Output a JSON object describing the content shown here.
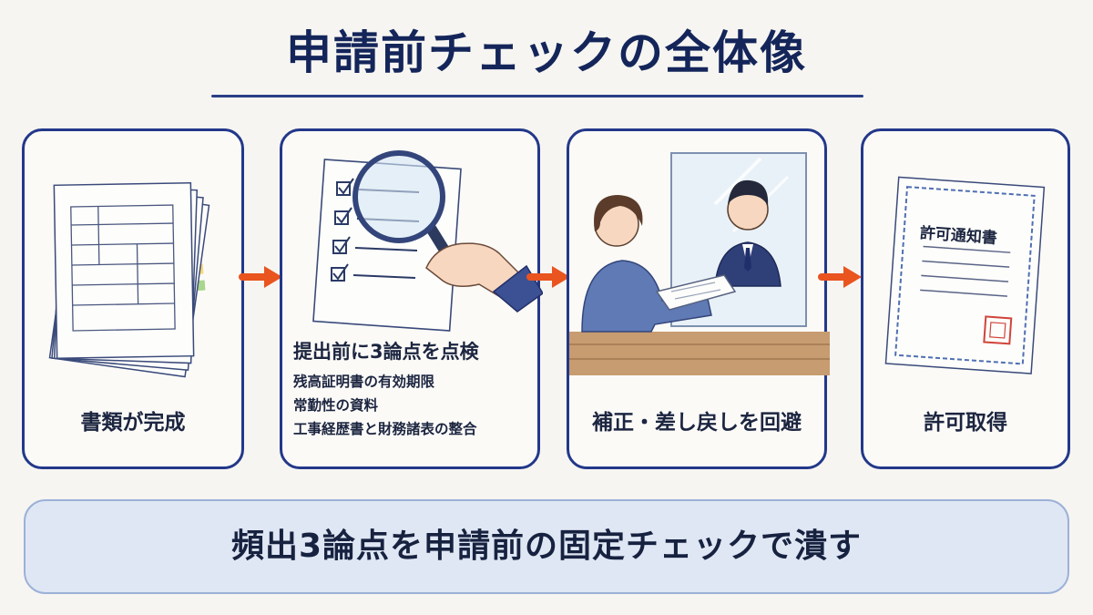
{
  "title": "申請前チェックの全体像",
  "steps": [
    {
      "caption": "書類が完成"
    },
    {
      "heading": "提出前に3論点を点検",
      "items": [
        "残高証明書の有効期限",
        "常勤性の資料",
        "工事経歴書と財務諸表の整合"
      ]
    },
    {
      "caption": "補正・差し戻しを回避"
    },
    {
      "caption": "許可取得",
      "document_title": "許可通知書"
    }
  ],
  "banner": "頻出3論点を申請前の固定チェックで潰す",
  "colors": {
    "navy": "#23388a",
    "arrow": "#e9541f",
    "banner_bg": "#dfe7f4"
  }
}
